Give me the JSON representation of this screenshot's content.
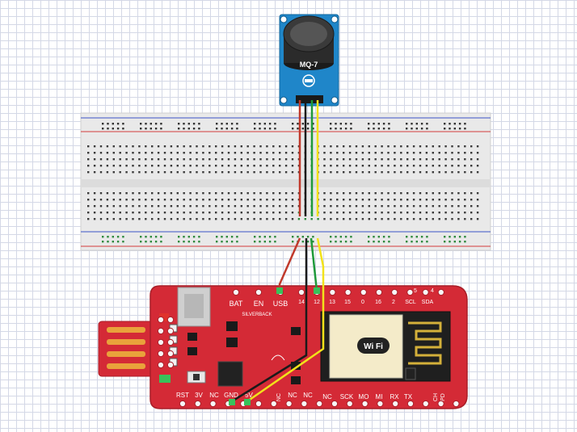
{
  "sensor": {
    "label": "MQ-7"
  },
  "board": {
    "top_labels": [
      "BAT",
      "EN",
      "USB"
    ],
    "brand": "SILVERBACK",
    "top_pin_labels": [
      "14",
      "12",
      "13",
      "15",
      "0",
      "16",
      "2",
      "SCL",
      "SDA"
    ],
    "top_pin_numbers": [
      "5",
      "4"
    ],
    "bottom_pin_labels": [
      "RST",
      "3V",
      "NC",
      "GND",
      "5V",
      "NC",
      "NC",
      "NC"
    ],
    "module_pin_labels": [
      "NC",
      "SCK",
      "MO",
      "MI",
      "RX",
      "TX",
      "CH"
    ],
    "module_pin_extra": "PD",
    "wifi_text": "Wi Fi"
  },
  "colors": {
    "board_red": "#d42a36",
    "board_red_dark": "#a81e28",
    "sensor_blue": "#1f86c9",
    "breadboard": "#e9e9e9",
    "rail_red": "#d23a3a",
    "rail_blue": "#3a52c8",
    "wire_red": "#c0392b",
    "wire_black": "#1a1a1a",
    "wire_green": "#1f9a3a",
    "wire_yellow": "#f2e21a"
  }
}
